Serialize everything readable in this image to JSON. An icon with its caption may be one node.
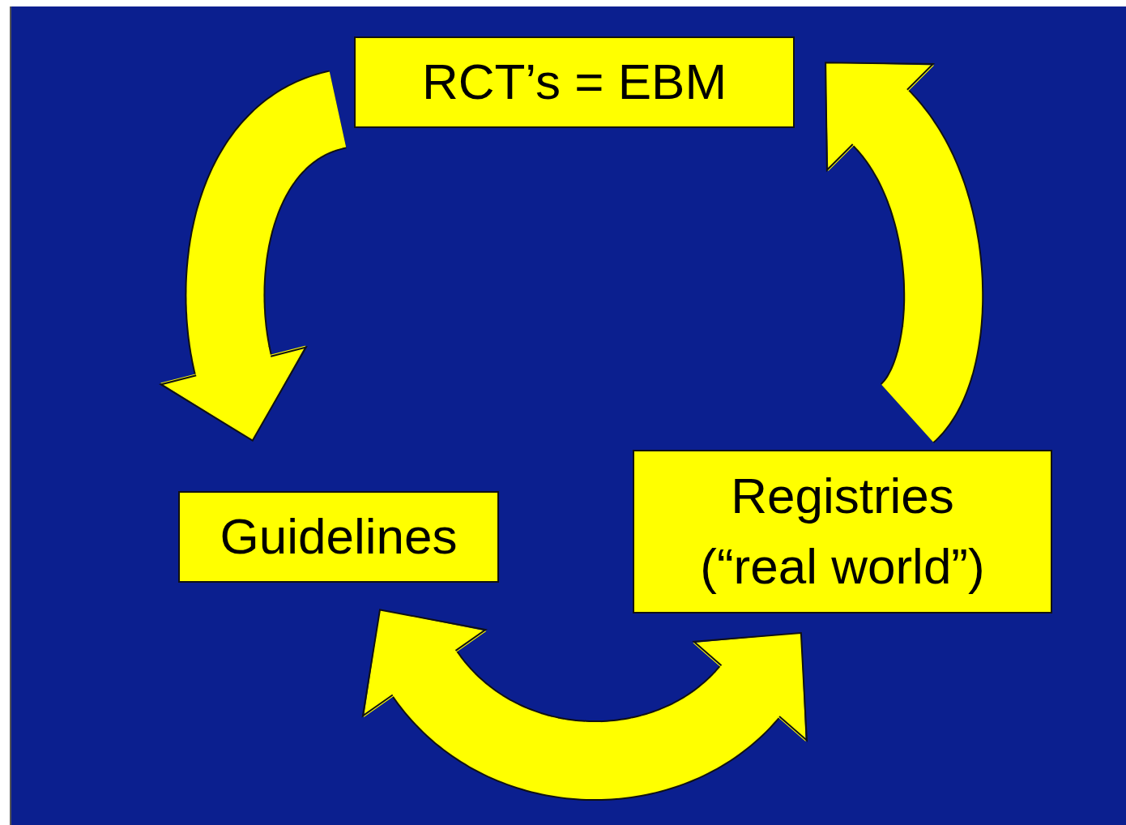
{
  "diagram": {
    "nodes": [
      {
        "text": [
          "RCT’s = EBM"
        ]
      },
      {
        "text": [
          "Guidelines"
        ]
      },
      {
        "text": [
          "Registries (“real world”)"
        ]
      }
    ],
    "edges": [
      {
        "from": 0,
        "to": 1,
        "arrow": "to"
      },
      {
        "from": 1,
        "to": 2,
        "arrow": "both"
      },
      {
        "from": 2,
        "to": 0,
        "arrow": "to"
      }
    ]
  }
}
